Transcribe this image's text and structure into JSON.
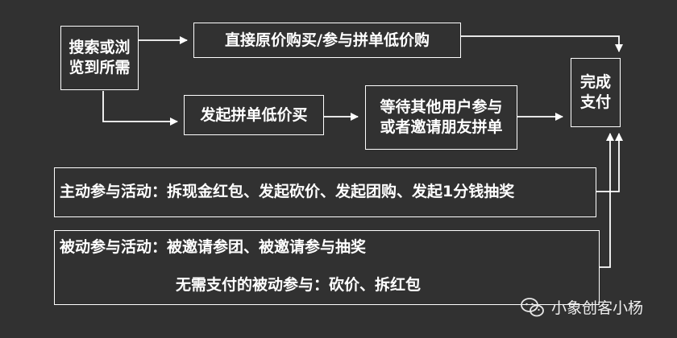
{
  "nodes": {
    "browse": {
      "line1": "搜索或浏",
      "line2": "览到所需"
    },
    "direct": {
      "label": "直接原价购买/参与拼单低价购"
    },
    "initiate": {
      "label": "发起拼单低价买"
    },
    "wait": {
      "line1": "等待其他用户参与",
      "line2": "或者邀请朋友拼单"
    },
    "complete": {
      "line1": "完成",
      "line2": "支付"
    },
    "active": {
      "label": "主动参与活动：拆现金红包、发起砍价、发起团购、发起1分钱抽奖"
    },
    "passive": {
      "line1": "被动参与活动：被邀请参团、被邀请参与抽奖",
      "line2": "无需支付的被动参与：砍价、拆红包"
    }
  },
  "watermark": {
    "text": "小象创客小杨",
    "icon": "wechat-icon"
  },
  "colors": {
    "background": "#313131",
    "foreground": "#ffffff"
  }
}
